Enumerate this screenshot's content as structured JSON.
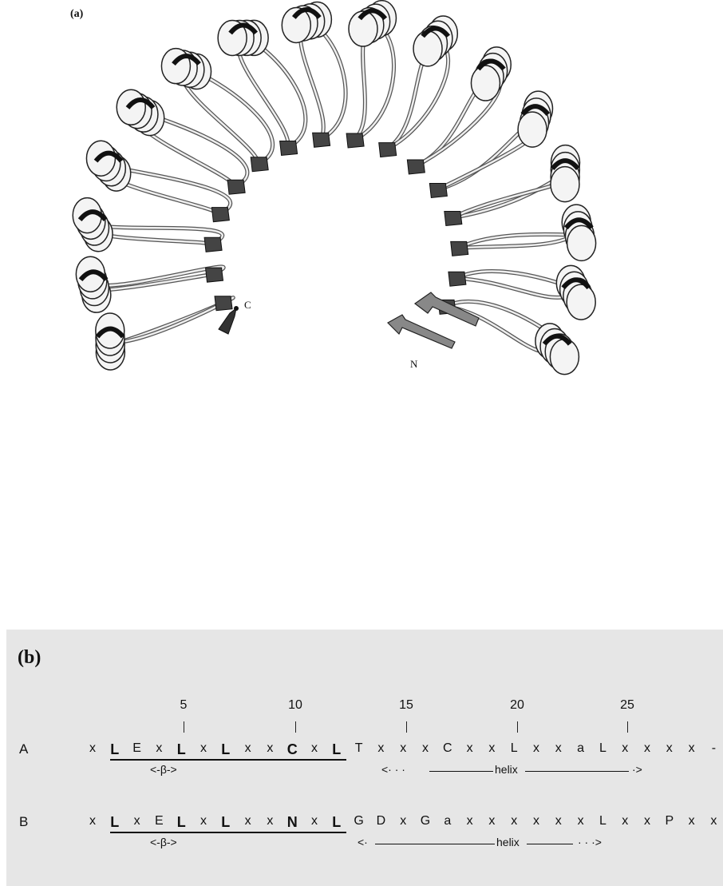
{
  "panel_a": {
    "label": "(a)",
    "terminus_c": "C",
    "terminus_n": "N"
  },
  "panel_b": {
    "label": "(b)",
    "positions": [
      "5",
      "10",
      "15",
      "20",
      "25"
    ],
    "row_a": {
      "name": "A",
      "residues": [
        "x",
        "L",
        "E",
        "x",
        "L",
        "x",
        "L",
        "x",
        "x",
        "C",
        "x",
        "L",
        "T",
        "x",
        "x",
        "x",
        "C",
        "x",
        "x",
        "L",
        "x",
        "x",
        "a",
        "L",
        "x",
        "x",
        "x",
        "x",
        "-"
      ],
      "beta_label": "<-β->",
      "helix_label": "helix"
    },
    "row_b": {
      "name": "B",
      "residues": [
        "x",
        "L",
        "x",
        "E",
        "L",
        "x",
        "L",
        "x",
        "x",
        "N",
        "x",
        "L",
        "G",
        "D",
        "x",
        "G",
        "a",
        "x",
        "x",
        "x",
        "x",
        "x",
        "x",
        "L",
        "x",
        "x",
        "P",
        "x",
        "x"
      ],
      "beta_label": "<-β->",
      "helix_label": "helix"
    }
  }
}
